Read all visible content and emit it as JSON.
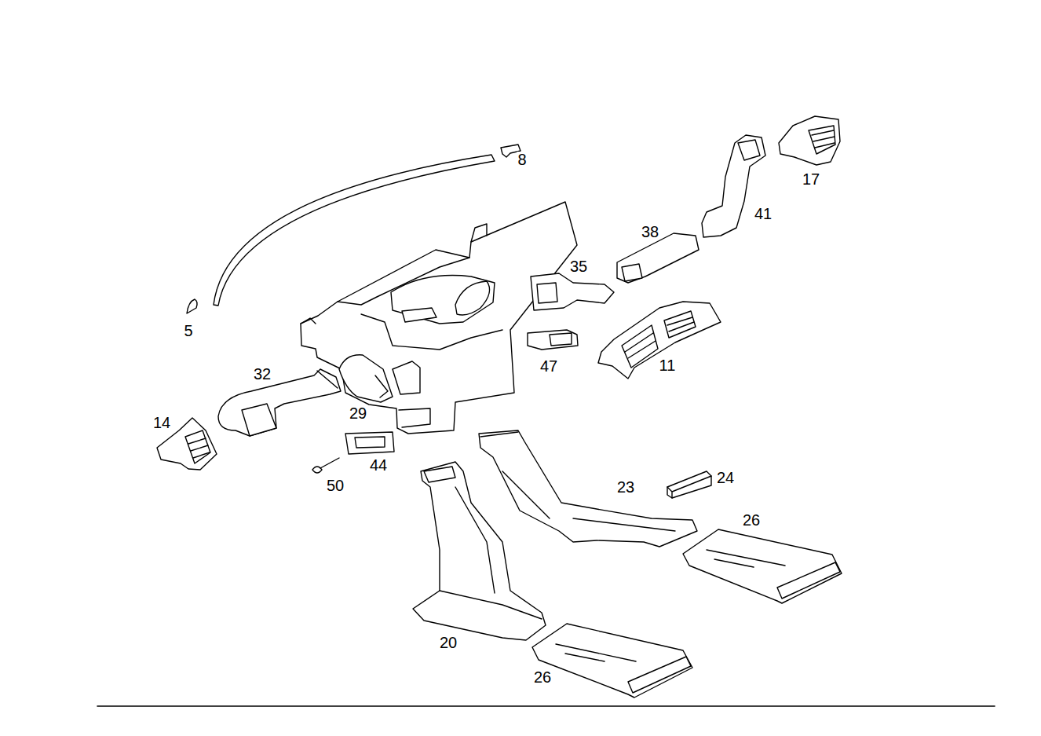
{
  "diagram": {
    "labels": [
      "8",
      "17",
      "41",
      "38",
      "35",
      "5",
      "11",
      "47",
      "32",
      "29",
      "14",
      "44",
      "50",
      "23",
      "24",
      "26",
      "20",
      "26"
    ]
  }
}
